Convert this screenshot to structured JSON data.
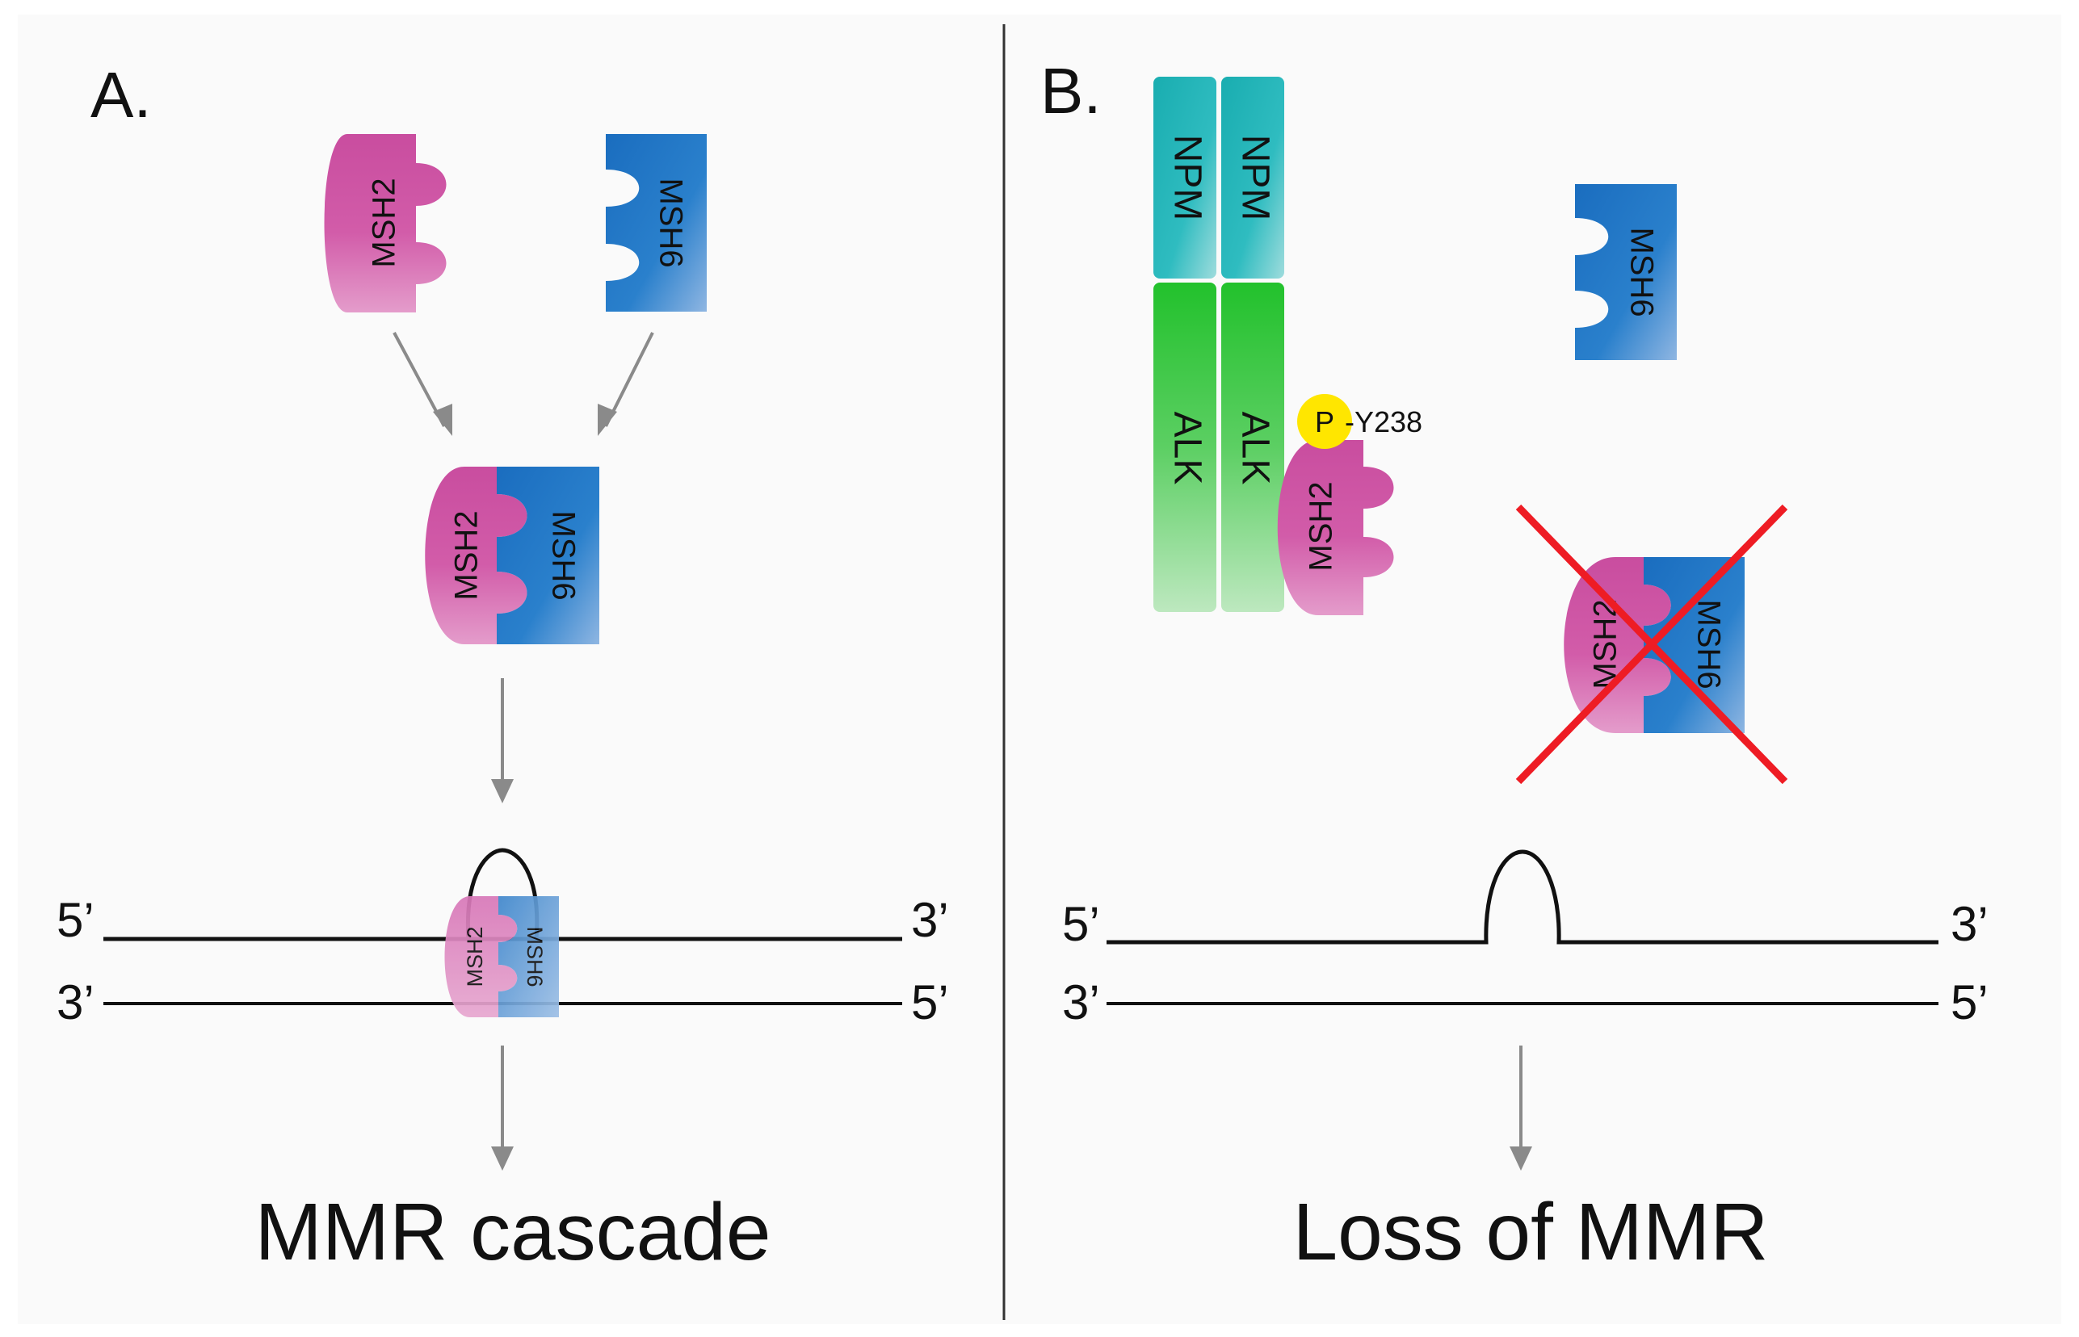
{
  "panel_a": {
    "letter": "A.",
    "msh2": "MSH2",
    "msh6": "MSH6",
    "dna_left_top": "5’",
    "dna_right_top": "3’",
    "dna_left_bottom": "3’",
    "dna_right_bottom": "5’",
    "caption": "MMR cascade"
  },
  "panel_b": {
    "letter": "B.",
    "npm": "NPM",
    "alk": "ALK",
    "msh2": "MSH2",
    "msh6": "MSH6",
    "phospho": "P",
    "phospho_site": "-Y238",
    "dna_left_top": "5’",
    "dna_right_top": "3’",
    "dna_left_bottom": "3’",
    "dna_right_bottom": "5’",
    "caption": "Loss of MMR"
  },
  "colors": {
    "background": "#fafafa",
    "msh2": "#cc4a9e",
    "msh6": "#1a6fbd",
    "npm": "#1fb3b3",
    "alk": "#2ec43a",
    "phospho": "#ffe600",
    "cross": "#ee1c24",
    "arrow": "#8a8a8a",
    "dna": "#111111"
  }
}
